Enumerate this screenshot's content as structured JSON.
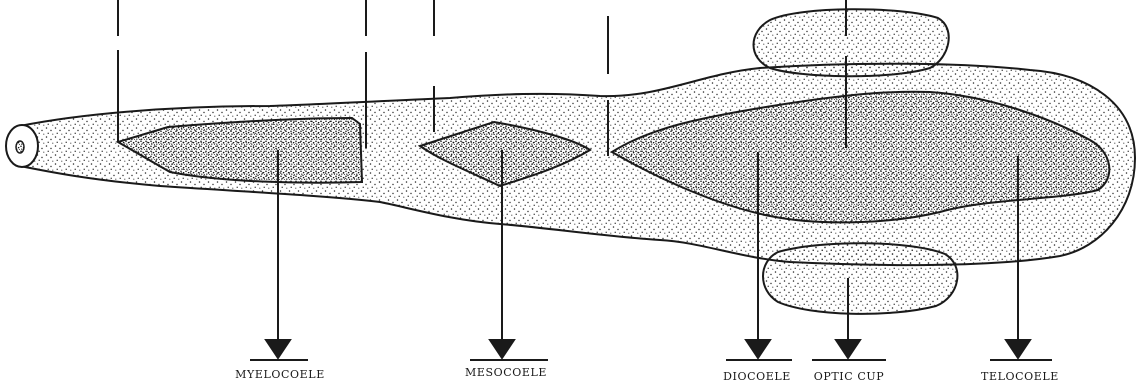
{
  "diagram": {
    "labels": {
      "myelocoele": "MYELOCOELE",
      "mesocoele": "MESOCOELE",
      "diocoele": "DIOCOELE",
      "optic_cup": "OPTIC CUP",
      "telocoele": "TELOCOELE"
    },
    "colors": {
      "ink": "#1a1a1a",
      "wall_stipple": "#2a2a2a",
      "cavity_stipple": "#111111",
      "background": "#ffffff"
    }
  }
}
